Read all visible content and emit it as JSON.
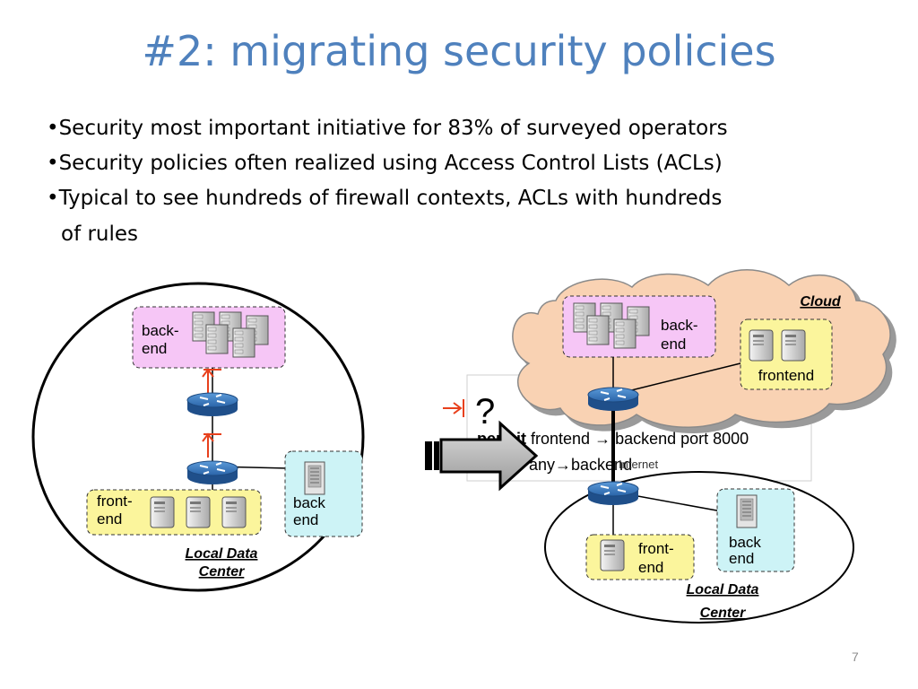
{
  "slide": {
    "title": "#2: migrating security policies",
    "bullets": [
      "•Security most important initiative for 83% of surveyed operators",
      "•Security policies often realized using Access Control Lists (ACLs)",
      "•Typical to see hundreds of firewall contexts,  ACLs with hundreds",
      "of rules"
    ],
    "page_number": "7"
  },
  "left_diagram": {
    "backend_label_1": "back-",
    "backend_label_2": "end",
    "frontend_label_1": "front-",
    "frontend_label_2": "end",
    "backend2_label_1": "back",
    "backend2_label_2": "end",
    "caption_1": "Local Data",
    "caption_2": "Center"
  },
  "right_diagram": {
    "cloud_label": "Cloud",
    "cloud_backend_1": "back-",
    "cloud_backend_2": "end",
    "cloud_frontend": "frontend",
    "question": "?",
    "acl_permit": "permit",
    "acl_rule1_rest": " frontend → backend port 8000",
    "acl_rule2": "any→backend",
    "internet": "Internet",
    "local_frontend_1": "front-",
    "local_frontend_2": "end",
    "local_backend_1": "back",
    "local_backend_2": "end",
    "caption_1": "Local Data",
    "caption_2": "Center"
  },
  "colors": {
    "title": "#4f81bd",
    "backend_zone": "#f6c6f6",
    "frontend_zone": "#fbf59c",
    "backend2_zone": "#cdf3f6",
    "cloud": "#f9d2b3",
    "router": "#2f6fb6",
    "acl_marker": "#e8401c"
  }
}
